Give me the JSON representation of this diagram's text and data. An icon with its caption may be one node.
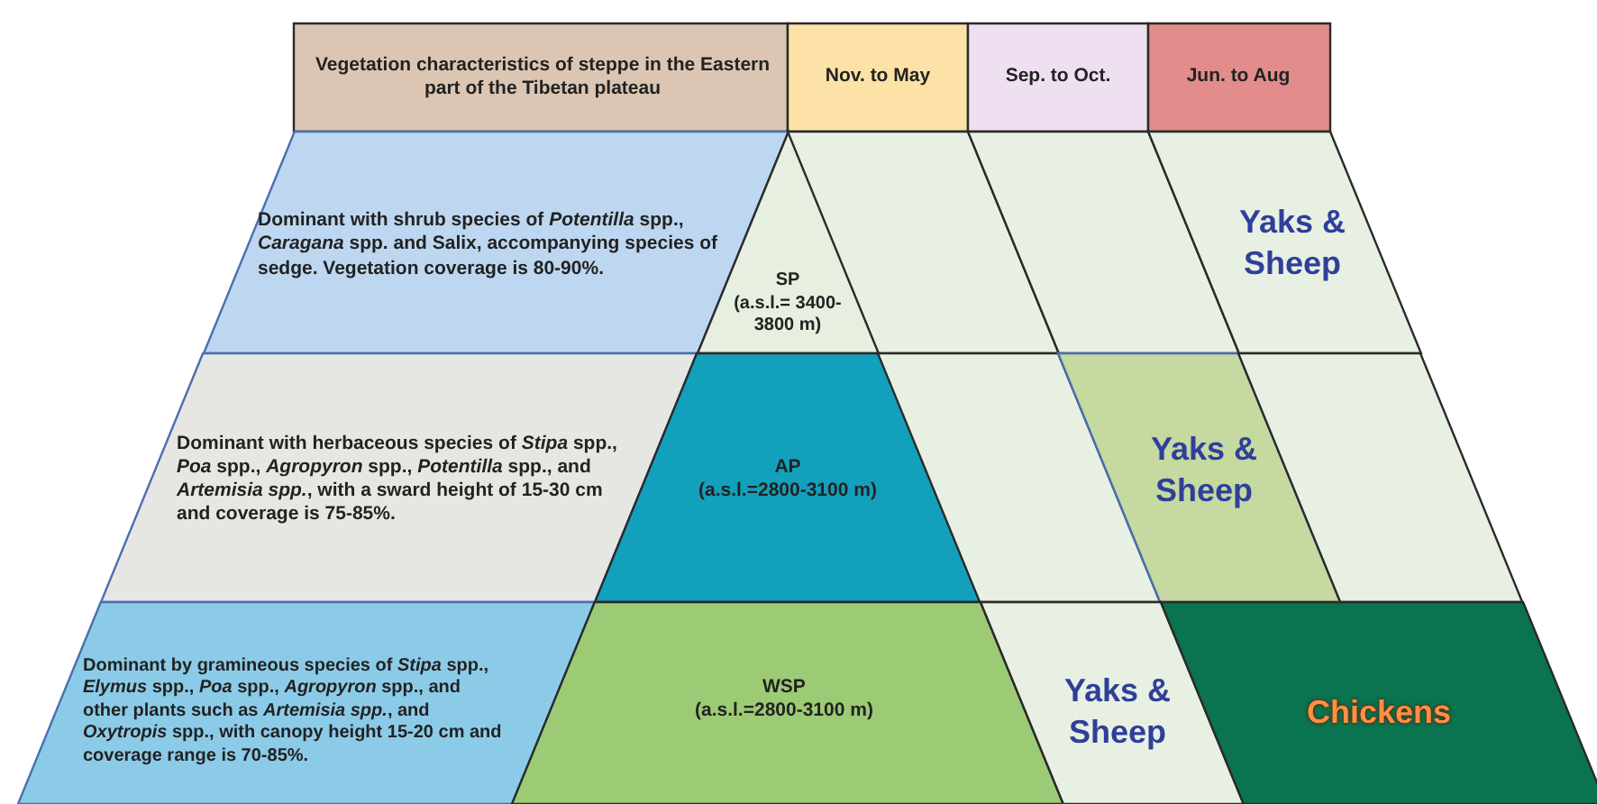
{
  "diagram": {
    "nodes": [
      {
        "text": [
          "Vegetation characteristics of steppe in the Eastern part of the Tibetan plateau"
        ]
      },
      {
        "text": [
          "Nov. to May"
        ]
      },
      {
        "text": [
          "Sep. to Oct."
        ]
      },
      {
        "text": [
          "Jun. to Aug"
        ]
      },
      {
        "text": [
          "Dominant with shrub species of *Potentilla* spp., *Caragana* spp. and Salix, accompanying species of sedge. Vegetation coverage is 80-90%."
        ]
      },
      {
        "text": [
          "SP",
          "(a.s.l.= 3400-3800 m)"
        ]
      },
      {
        "text": [],
        "shape": "box"
      },
      {
        "text": [],
        "shape": "box"
      },
      {
        "text": [
          "Yaks & Sheep"
        ]
      },
      {
        "text": [
          "Dominant with herbaceous species of *Stipa* spp., *Poa* spp., *Agropyron* spp., *Potentilla* spp., and *Artemisia spp.*, with a sward height of 15-30 cm and coverage is 75-85%."
        ]
      },
      {
        "text": [
          "AP",
          "(a.s.l.=2800-3100 m)"
        ]
      },
      {
        "text": [],
        "shape": "box"
      },
      {
        "text": [
          "Yaks & Sheep"
        ]
      },
      {
        "text": [],
        "shape": "box"
      },
      {
        "text": [
          "Dominant by gramineous species of *Stipa* spp., *Elymus* spp., *Poa* spp., *Agropyron* spp., and other plants such as *Artemisia spp.*, and *Oxytropis* spp., with canopy height 15-20 cm and coverage range is 70-85%."
        ]
      },
      {
        "text": [
          "WSP",
          "(a.s.l.=2800-3100 m)"
        ]
      },
      {
        "text": [
          "Yaks & Sheep"
        ]
      },
      {
        "text": [
          "Chickens"
        ]
      }
    ]
  }
}
